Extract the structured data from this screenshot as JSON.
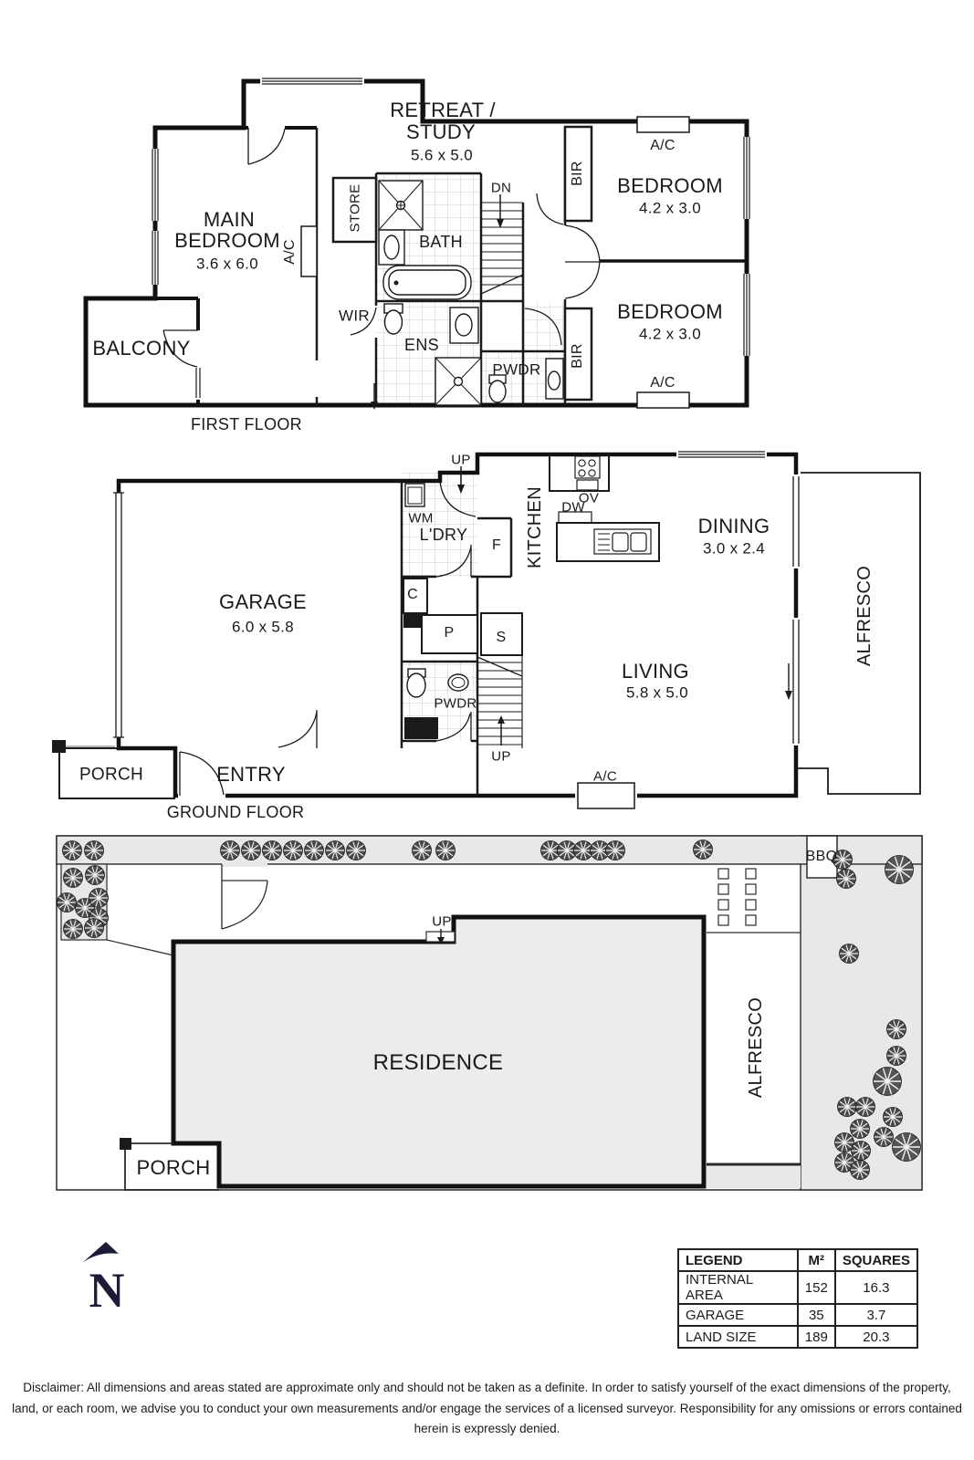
{
  "first_floor": {
    "caption": "FIRST FLOOR",
    "rooms": {
      "retreat_line1": "RETREAT /",
      "retreat_line2": "STUDY",
      "retreat_dims": "5.6 x 5.0",
      "main_line1": "MAIN",
      "main_line2": "BEDROOM",
      "main_dims": "3.6 x 6.0",
      "balcony": "BALCONY",
      "bed1": "BEDROOM",
      "bed1_dims": "4.2 x 3.0",
      "bed2": "BEDROOM",
      "bed2_dims": "4.2 x 3.0",
      "bath": "BATH",
      "ens": "ENS",
      "wir": "WIR",
      "pwdr": "PWDR",
      "store": "STORE",
      "bir_top": "BIR",
      "bir_bottom": "BIR",
      "ac_side": "A/C",
      "ac_top": "A/C",
      "ac_bottom": "A/C",
      "dn": "DN"
    }
  },
  "ground_floor": {
    "caption": "GROUND FLOOR",
    "rooms": {
      "garage": "GARAGE",
      "garage_dims": "6.0 x 5.8",
      "porch": "PORCH",
      "entry": "ENTRY",
      "laundry": "L'DRY",
      "wm": "WM",
      "fridge": "F",
      "kitchen": "KITCHEN",
      "ov": "OV",
      "dw": "DW",
      "dining": "DINING",
      "dining_dims": "3.0 x 2.4",
      "living": "LIVING",
      "living_dims": "5.8 x 5.0",
      "alfresco": "ALFRESCO",
      "cupboard": "C",
      "pantry": "P",
      "store": "S",
      "pwdr": "PWDR",
      "up_top": "UP",
      "up_bottom": "UP",
      "ac": "A/C"
    }
  },
  "site_plan": {
    "residence": "RESIDENCE",
    "porch": "PORCH",
    "alfresco": "ALFRESCO",
    "bbq": "BBQ",
    "up": "UP"
  },
  "north_indicator": {
    "letter": "N"
  },
  "legend_table": {
    "headers": [
      "LEGEND",
      "M²",
      "SQUARES"
    ],
    "rows": [
      [
        "INTERNAL AREA",
        "152",
        "16.3"
      ],
      [
        "GARAGE",
        "35",
        "3.7"
      ],
      [
        "LAND SIZE",
        "189",
        "20.3"
      ]
    ]
  },
  "disclaimer": "Disclaimer: All dimensions and areas stated are approximate only and should not be taken as a definite. In order to satisfy yourself of the exact dimensions of the property, land, or each room, we advise you to conduct your own measurements and/or engage the services of a licensed surveyor. Responsibility for any omissions or errors contained herein is expressly denied."
}
